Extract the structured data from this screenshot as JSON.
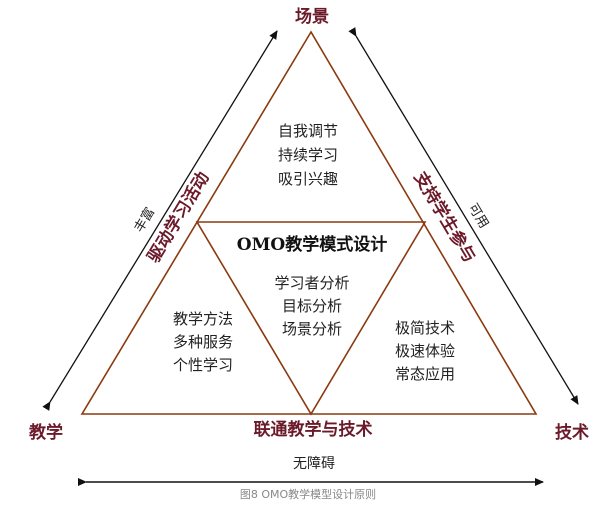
{
  "colors": {
    "triangle": "#8b3a0f",
    "label": "#6b1a2a",
    "arrow": "#111111",
    "caption": "#888888"
  },
  "vertices": {
    "top": "场景",
    "left": "教学",
    "right": "技术"
  },
  "center_title": "OMO教学模式设计",
  "top_block": [
    "自我调节",
    "持续学习",
    "吸引兴趣"
  ],
  "center_block": [
    "学习者分析",
    "目标分析",
    "场景分析"
  ],
  "left_block": [
    "教学方法",
    "多种服务",
    "个性学习"
  ],
  "right_block": [
    "极简技术",
    "极速体验",
    "常态应用"
  ],
  "edges": {
    "left_inner": "驱动学习活动",
    "left_outer": "丰富",
    "right_inner": "支持学生参与",
    "right_outer": "可用",
    "bottom_inner": "联通教学与技术",
    "bottom_outer": "无障碍"
  },
  "caption": "图8 OMO教学模型设计原则"
}
